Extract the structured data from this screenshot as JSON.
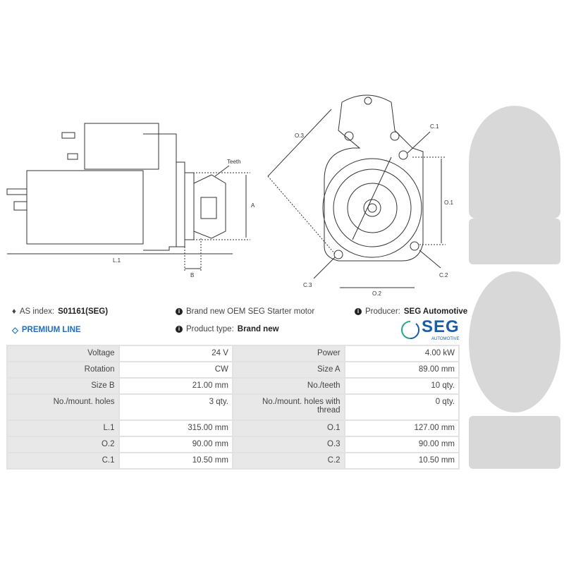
{
  "diagram_labels": {
    "teeth": "Teeth",
    "a": "A",
    "b": "B",
    "l1": "L.1",
    "o1": "O.1",
    "o2": "O.2",
    "o3": "O.3",
    "c1": "C.1",
    "c2": "C.2",
    "c3": "C.3"
  },
  "info": {
    "as_index_label": "AS index:",
    "as_index_value": "S01161(SEG)",
    "premium": "PREMIUM LINE",
    "description": "Brand new OEM SEG Starter motor",
    "product_type_label": "Product type:",
    "product_type_value": "Brand new",
    "producer_label": "Producer:",
    "producer_value": "SEG Automotive",
    "logo_main": "SEG",
    "logo_sub": "AUTOMOTIVE"
  },
  "colors": {
    "premium": "#1e6fc4",
    "logo_blue": "#1a5ea8",
    "logo_green": "#2aa58a"
  },
  "specs": [
    [
      "Voltage",
      "24 V",
      "Power",
      "4.00 kW"
    ],
    [
      "Rotation",
      "CW",
      "Size A",
      "89.00 mm"
    ],
    [
      "Size B",
      "21.00 mm",
      "No./teeth",
      "10 qty."
    ],
    [
      "No./mount. holes",
      "3 qty.",
      "No./mount. holes with thread",
      "0 qty."
    ],
    [
      "L.1",
      "315.00 mm",
      "O.1",
      "127.00 mm"
    ],
    [
      "O.2",
      "90.00 mm",
      "O.3",
      "90.00 mm"
    ],
    [
      "C.1",
      "10.50 mm",
      "C.2",
      "10.50 mm"
    ]
  ]
}
